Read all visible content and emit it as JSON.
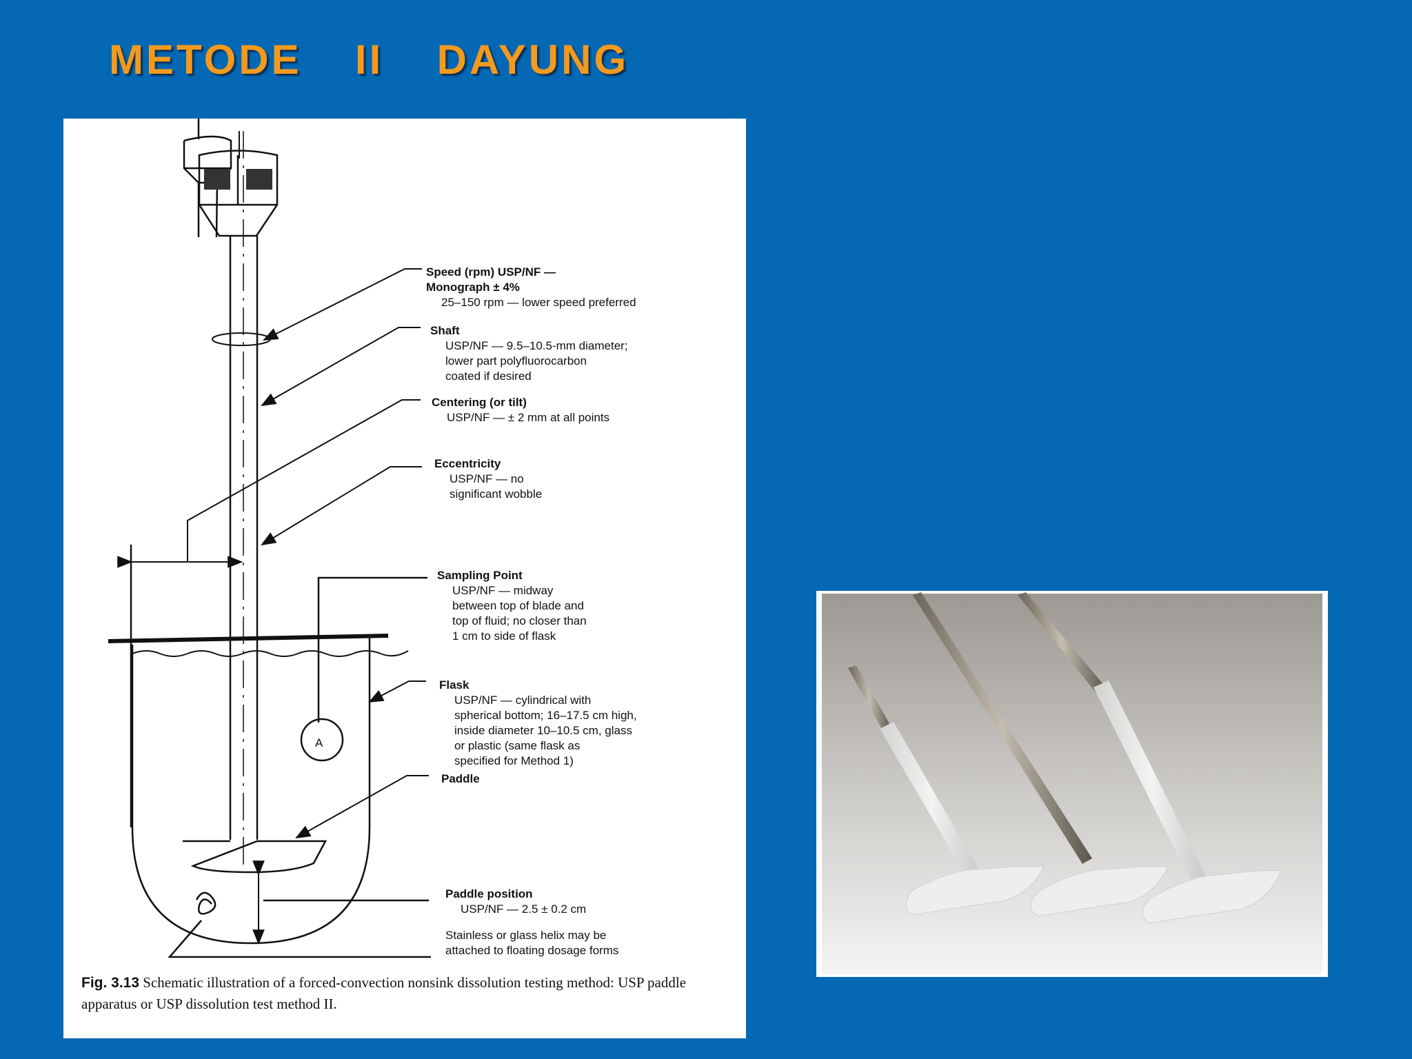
{
  "slide": {
    "title": "METODE  II  DAYUNG"
  },
  "figure": {
    "labels": {
      "speed": [
        "Speed (rpm) USP/NF —",
        "Monograph ± 4%",
        "25–150 rpm — lower speed preferred"
      ],
      "shaft": [
        "Shaft",
        "USP/NF — 9.5–10.5-mm diameter;",
        "lower part polyfluorocarbon",
        "coated if desired"
      ],
      "centering": [
        "Centering (or tilt)",
        "USP/NF — ± 2 mm at all points"
      ],
      "eccentricity": [
        "Eccentricity",
        "USP/NF — no",
        "significant wobble"
      ],
      "sampling": [
        "Sampling Point",
        "USP/NF — midway",
        "between top of blade and",
        "top of fluid; no closer than",
        "1 cm to side of flask"
      ],
      "flask": [
        "Flask",
        "USP/NF — cylindrical with",
        "spherical bottom; 16–17.5 cm high,",
        "inside diameter 10–10.5 cm, glass",
        "or plastic (same flask as",
        "specified for Method 1)"
      ],
      "paddle": [
        "Paddle"
      ],
      "paddle_position": [
        "Paddle position",
        "USP/NF — 2.5 ± 0.2 cm"
      ],
      "helix": [
        "Stainless or glass helix may be",
        "attached to floating dosage forms"
      ],
      "sampling_marker": "A"
    },
    "caption": {
      "number": "Fig. 3.13",
      "text": "Schematic illustration of a forced-convection nonsink dissolution testing method: USP paddle apparatus or USP dissolution test method II."
    }
  },
  "photo": {
    "subject": "three USP paddle stirrers",
    "colors": {
      "background": "#a9a7a3",
      "coating": "#e6e6e4",
      "steel": "#8a8377"
    }
  },
  "colors": {
    "background": "#0468B4",
    "title": "#F39A1E"
  }
}
